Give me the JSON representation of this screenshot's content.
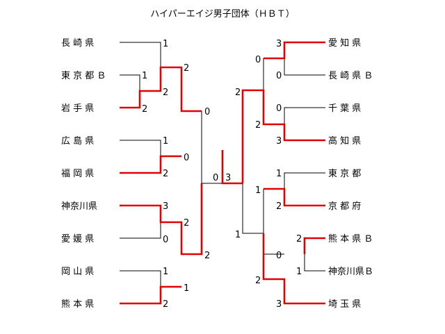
{
  "title": "ハイパーエイジ男子団体（ＨＢＴ）",
  "colors": {
    "line": "#000000",
    "winner": "#e00000"
  },
  "left_teams": [
    "長 崎 県",
    "東 京 都 Ｂ",
    "岩 手 県",
    "広 島 県",
    "福 岡 県",
    "神奈川県",
    "愛 媛 県",
    "岡 山 県",
    "熊 本 県"
  ],
  "right_teams": [
    "愛 知 県",
    "長 崎 県 Ｂ",
    "千 葉 県",
    "高 知 県",
    "東 京 都",
    "京 都 府",
    "熊 本 県 Ｂ",
    "神奈川県Ｂ",
    "埼 玉 県"
  ],
  "left_scores": {
    "r0_tokyoB": "1",
    "r0_iwate": "2",
    "r1_nagasaki": "1",
    "r1_winner": "2",
    "r1_hiroshima": "1",
    "r1_fukuoka": "2",
    "r1_kanagawa": "3",
    "r1_ehime": "0",
    "r1_okayama": "1",
    "r1_kumamoto": "2",
    "r2_top": "2",
    "r2_fukuoka": "0",
    "r2_kanagawa": "2",
    "r2_kumamoto": "1",
    "r3_top": "0",
    "r3_bottom": "2",
    "final": "0"
  },
  "right_scores": {
    "r1_aichi": "3",
    "r1_nagasakiB": "0",
    "r1_chiba": "0",
    "r1_kochi": "3",
    "r1_tokyo": "1",
    "r1_kyoto": "2",
    "r0_kumamotoB": "2",
    "r0_kanagawaB": "1",
    "r1_kbwinner": "0",
    "r1_saitama": "3",
    "r2_aichi": "0",
    "r2_kochi": "2",
    "r2_kyoto": "1",
    "r2_saitama": "2",
    "r3_top": "2",
    "r3_bottom": "1",
    "final": "3"
  }
}
